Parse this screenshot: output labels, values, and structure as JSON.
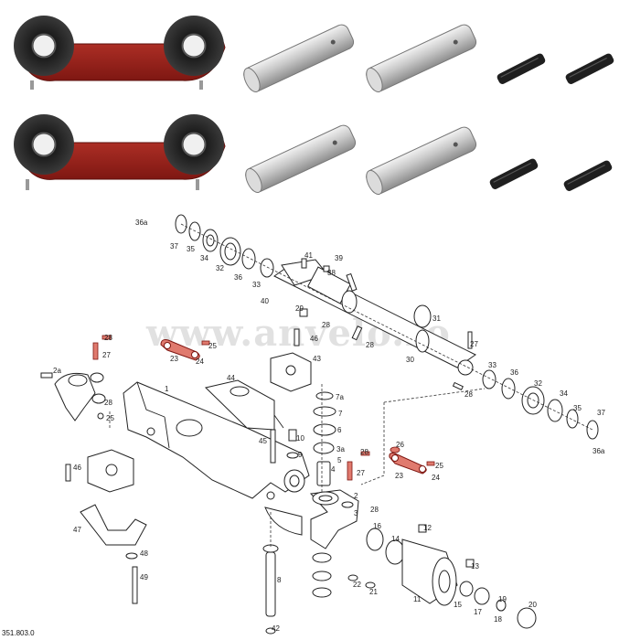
{
  "watermark": "www.anvelo.ro",
  "drawing_code": "351.803.0",
  "colors": {
    "bracket_red": "#b52a22",
    "bracket_red_dark": "#7e1712",
    "bushing_black": "#222222",
    "pin_silver": "#c9c9c9",
    "highlight_red": "#e07a6e"
  },
  "photo": {
    "bracket_links": [
      "link-1",
      "link-2"
    ],
    "pins": [
      "pin-1",
      "pin-2",
      "pin-3",
      "pin-4"
    ],
    "roll_pins": [
      "roll-pin-1",
      "roll-pin-2",
      "roll-pin-3",
      "roll-pin-4"
    ]
  },
  "callouts": [
    {
      "id": "36a-top",
      "text": "36a"
    },
    {
      "id": "37-top",
      "text": "37"
    },
    {
      "id": "35-top",
      "text": "35"
    },
    {
      "id": "34-top",
      "text": "34"
    },
    {
      "id": "32-top",
      "text": "32"
    },
    {
      "id": "36-top",
      "text": "36"
    },
    {
      "id": "33-top",
      "text": "33"
    },
    {
      "id": "40",
      "text": "40"
    },
    {
      "id": "41",
      "text": "41"
    },
    {
      "id": "39",
      "text": "39"
    },
    {
      "id": "38",
      "text": "38"
    },
    {
      "id": "29",
      "text": "29"
    },
    {
      "id": "28-top",
      "text": "28"
    },
    {
      "id": "31",
      "text": "31"
    },
    {
      "id": "27-top",
      "text": "27"
    },
    {
      "id": "30",
      "text": "30"
    },
    {
      "id": "28-mid",
      "text": "28"
    },
    {
      "id": "33-right",
      "text": "33"
    },
    {
      "id": "36-right",
      "text": "36"
    },
    {
      "id": "32-right",
      "text": "32"
    },
    {
      "id": "34-right",
      "text": "34"
    },
    {
      "id": "35-right",
      "text": "35"
    },
    {
      "id": "37-right",
      "text": "37"
    },
    {
      "id": "36a-right",
      "text": "36a"
    },
    {
      "id": "28-right",
      "text": "28"
    },
    {
      "id": "28-left",
      "text": "28"
    },
    {
      "id": "27-left",
      "text": "27"
    },
    {
      "id": "25-left",
      "text": "25"
    },
    {
      "id": "23-left",
      "text": "23"
    },
    {
      "id": "24-left",
      "text": "24"
    },
    {
      "id": "46-top",
      "text": "46"
    },
    {
      "id": "43",
      "text": "43"
    },
    {
      "id": "44",
      "text": "44"
    },
    {
      "id": "2a",
      "text": "2a"
    },
    {
      "id": "1",
      "text": "1"
    },
    {
      "id": "28-knuckle",
      "text": "28"
    },
    {
      "id": "25-knuckle",
      "text": "25"
    },
    {
      "id": "7a",
      "text": "7a"
    },
    {
      "id": "7",
      "text": "7"
    },
    {
      "id": "6",
      "text": "6"
    },
    {
      "id": "10",
      "text": "10"
    },
    {
      "id": "9",
      "text": "9"
    },
    {
      "id": "45",
      "text": "45"
    },
    {
      "id": "3a",
      "text": "3a"
    },
    {
      "id": "5",
      "text": "5"
    },
    {
      "id": "4",
      "text": "4"
    },
    {
      "id": "26",
      "text": "26"
    },
    {
      "id": "28-mid2",
      "text": "28"
    },
    {
      "id": "27-mid",
      "text": "27"
    },
    {
      "id": "23-mid",
      "text": "23"
    },
    {
      "id": "25-mid",
      "text": "25"
    },
    {
      "id": "24-mid",
      "text": "24"
    },
    {
      "id": "2",
      "text": "2"
    },
    {
      "id": "28-lower",
      "text": "28"
    },
    {
      "id": "3",
      "text": "3"
    },
    {
      "id": "46-left",
      "text": "46"
    },
    {
      "id": "47",
      "text": "47"
    },
    {
      "id": "48",
      "text": "48"
    },
    {
      "id": "49",
      "text": "49"
    },
    {
      "id": "12",
      "text": "12"
    },
    {
      "id": "16",
      "text": "16"
    },
    {
      "id": "14",
      "text": "14"
    },
    {
      "id": "13",
      "text": "13"
    },
    {
      "id": "8",
      "text": "8"
    },
    {
      "id": "22",
      "text": "22"
    },
    {
      "id": "21",
      "text": "21"
    },
    {
      "id": "11",
      "text": "11"
    },
    {
      "id": "15",
      "text": "15"
    },
    {
      "id": "17",
      "text": "17"
    },
    {
      "id": "18",
      "text": "18"
    },
    {
      "id": "19",
      "text": "19"
    },
    {
      "id": "20",
      "text": "20"
    },
    {
      "id": "42",
      "text": "42"
    }
  ]
}
